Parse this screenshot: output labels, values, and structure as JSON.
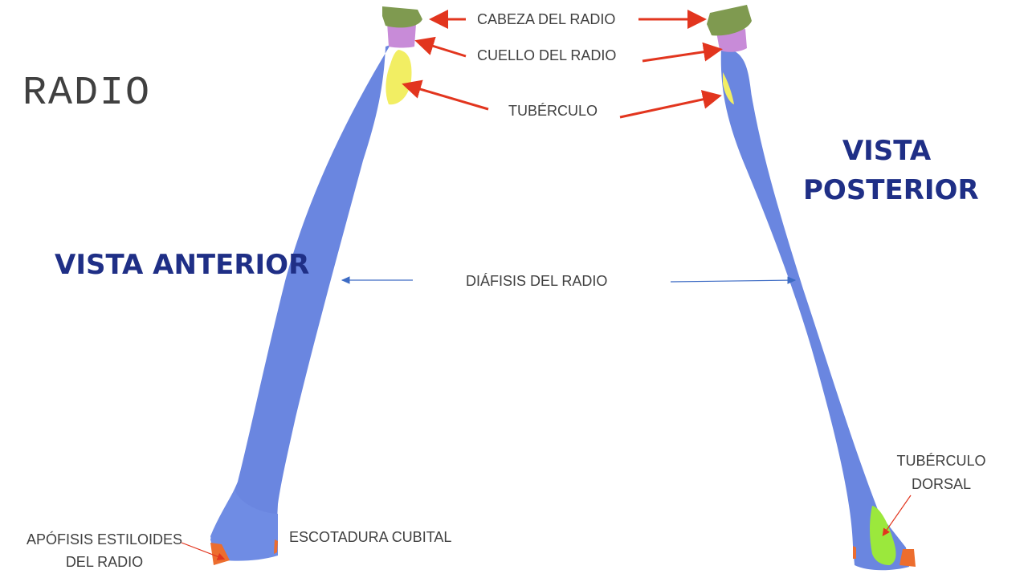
{
  "title": "RADIO",
  "views": {
    "anterior": "VISTA ANTERIOR",
    "posterior_line1": "VISTA",
    "posterior_line2": "POSTERIOR"
  },
  "labels": {
    "head": "CABEZA DEL RADIO",
    "neck": "CUELLO DEL RADIO",
    "tubercle": "TUBÉRCULO",
    "shaft": "DIÁFISIS DEL RADIO",
    "dorsal_tubercle_line1": "TUBÉRCULO",
    "dorsal_tubercle_line2": "DORSAL",
    "styloid_line1": "APÓFISIS ESTILOIDES",
    "styloid_line2": "DEL RADIO",
    "ulnar_notch": "ESCOTADURA CUBITAL"
  },
  "colors": {
    "bone": "#6a86e0",
    "head": "#7f9a50",
    "neck": "#c88bd8",
    "tubercle": "#f2ee63",
    "styloid": "#ec6d2e",
    "dorsal_tubercle": "#9be83c",
    "arrow_red": "#e2351e",
    "arrow_blue": "#3d6bc4",
    "view_text": "#1f2f86"
  }
}
